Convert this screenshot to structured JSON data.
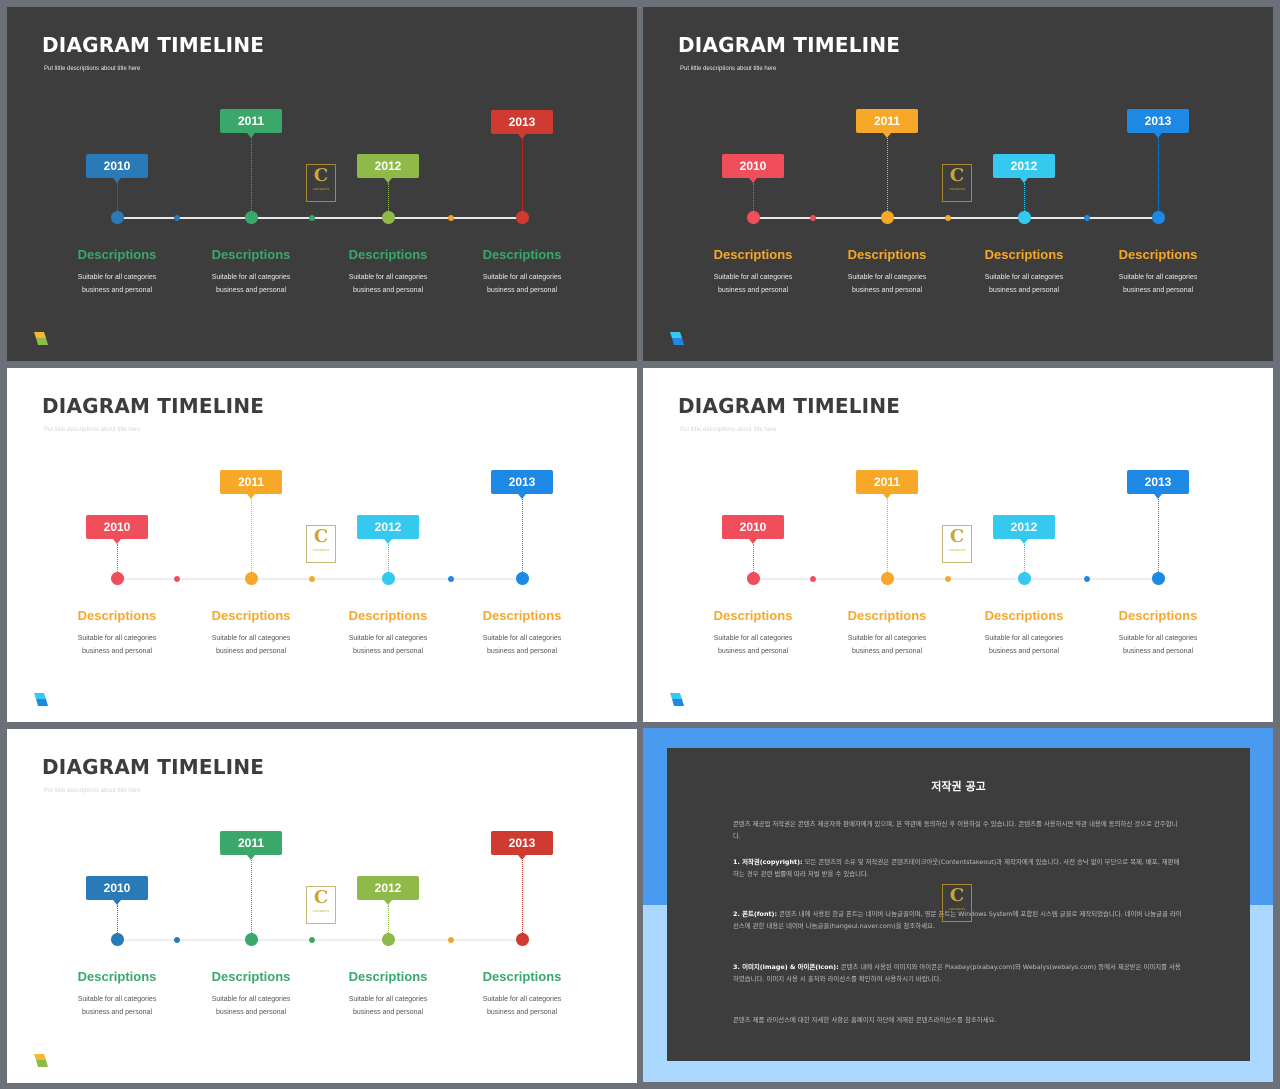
{
  "slides": [
    {
      "theme": "dark",
      "title": "DIAGRAM TIMELINE",
      "subtitle": "Put little descriptions about title here",
      "badge": {
        "letter": "C",
        "text": "CONTENTS"
      },
      "years": [
        {
          "label": "2010",
          "color": "#2a7ab8"
        },
        {
          "label": "2011",
          "color": "#3aa86b"
        },
        {
          "label": "2012",
          "color": "#8fba4a"
        },
        {
          "label": "2013",
          "color": "#cf3b31"
        }
      ],
      "mini_colors": [
        "#2a7ab8",
        "#3aa86b",
        "#f0a52a"
      ],
      "desc_color": "#3aa86b",
      "corner_colors": [
        "#f5b82e",
        "#8fba4a"
      ]
    },
    {
      "theme": "dark",
      "title": "DIAGRAM TIMELINE",
      "subtitle": "Put little descriptions about title here",
      "badge": {
        "letter": "C",
        "text": "CONTENTS"
      },
      "years": [
        {
          "label": "2010",
          "color": "#f04e5b"
        },
        {
          "label": "2011",
          "color": "#f7a828"
        },
        {
          "label": "2012",
          "color": "#36c9ef"
        },
        {
          "label": "2013",
          "color": "#1e88e5"
        }
      ],
      "mini_colors": [
        "#f04e5b",
        "#f7a828",
        "#1e88e5"
      ],
      "desc_color": "#f7a828",
      "corner_colors": [
        "#36c9ef",
        "#1e88e5"
      ]
    },
    {
      "theme": "light",
      "title": "DIAGRAM TIMELINE",
      "subtitle": "Put little descriptions about title here",
      "badge": {
        "letter": "C",
        "text": "CONTENTS"
      },
      "years": [
        {
          "label": "2010",
          "color": "#f04e5b"
        },
        {
          "label": "2011",
          "color": "#f7a828"
        },
        {
          "label": "2012",
          "color": "#36c9ef"
        },
        {
          "label": "2013",
          "color": "#1e88e5"
        }
      ],
      "mini_colors": [
        "#f04e5b",
        "#f7a828",
        "#1e88e5"
      ],
      "desc_color": "#f7a828",
      "corner_colors": [
        "#36c9ef",
        "#1e88e5"
      ]
    },
    {
      "theme": "light",
      "title": "DIAGRAM TIMELINE",
      "subtitle": "Put little descriptions about title here",
      "badge": {
        "letter": "C",
        "text": "CONTENTS"
      },
      "years": [
        {
          "label": "2010",
          "color": "#f04e5b"
        },
        {
          "label": "2011",
          "color": "#f7a828"
        },
        {
          "label": "2012",
          "color": "#36c9ef"
        },
        {
          "label": "2013",
          "color": "#1e88e5"
        }
      ],
      "mini_colors": [
        "#f04e5b",
        "#f7a828",
        "#1e88e5"
      ],
      "desc_color": "#f7a828",
      "corner_colors": [
        "#36c9ef",
        "#1e88e5"
      ]
    },
    {
      "theme": "light",
      "title": "DIAGRAM TIMELINE",
      "subtitle": "Put little descriptions about title here",
      "badge": {
        "letter": "C",
        "text": "CONTENTS"
      },
      "years": [
        {
          "label": "2010",
          "color": "#2a7ab8"
        },
        {
          "label": "2011",
          "color": "#3aa86b"
        },
        {
          "label": "2012",
          "color": "#8fba4a"
        },
        {
          "label": "2013",
          "color": "#cf3b31"
        }
      ],
      "mini_colors": [
        "#2a7ab8",
        "#3aa86b",
        "#f0a52a"
      ],
      "desc_color": "#3aa86b",
      "corner_colors": [
        "#f5b82e",
        "#8fba4a"
      ]
    }
  ],
  "desc": {
    "title": "Descriptions",
    "line1": "Suitable for all categories",
    "line2": "business and personal"
  },
  "notice": {
    "title": "저작권 공고",
    "p0": "콘텐츠 제공업 저작권은 콘텐츠 제공자와 판매자에게 있으며, 본 약관에 동의하신 후 이용하실 수 있습니다. 콘텐츠를 사용하시면 약관 내용에 동의하신 것으로 간주합니다.",
    "p1_head": "1. 저작권(copyright):",
    "p1": "모든 콘텐츠의 소유 및 저작권은 콘텐츠테이크아웃(Contentstakeout)과 제작자에게 있습니다. 사전 승낙 없이 무단으로 복제, 배포, 재판매하는 경우 관련 법률에 따라 처벌 받을 수 있습니다.",
    "p2_head": "2. 폰트(font):",
    "p2": "콘텐츠 내에 사용된 한글 폰트는 네이버 나눔글꼴이며, 영문 폰트는 Windows System에 포함된 시스템 글꼴로 제작되었습니다. 네이버 나눔글꼴 라이선스에 관한 내용은 네이버 나눔글꼴(hangeul.naver.com)을 참조하세요.",
    "p3_head": "3. 이미지(image) & 아이콘(icon):",
    "p3": "콘텐츠 내에 사용된 이미지와 아이콘은 Pixabay(pixabay.com)와 Webalys(webalys.com) 등에서 제공받은 이미지를 사용하였습니다. 이미지 사용 시 출처와 라이선스를 확인하여 사용하시기 바랍니다.",
    "p4": "콘텐츠 제품 라이선스에 대한 자세한 사항은 홈페이지 하단에 게재된 콘텐츠라이선스를 참조하세요."
  }
}
